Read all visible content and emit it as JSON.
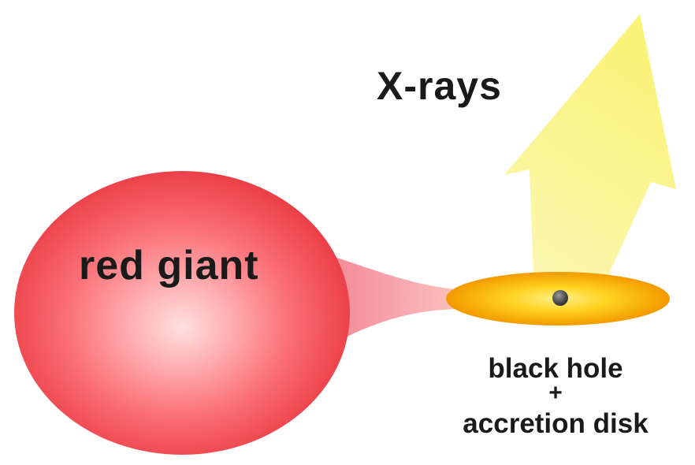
{
  "labels": {
    "xrays": "X-rays",
    "red_giant": "red giant",
    "black_hole": "black hole",
    "plus": "+",
    "accretion_disk": "accretion disk"
  },
  "colors": {
    "red_giant_highlight": "#ffd7d7",
    "red_giant_mid": "#fa7a80",
    "red_giant_edge": "#e8383f",
    "gas_stream": "#f59aa4",
    "disk_outer": "#f4a700",
    "disk_inner": "#ffe33a",
    "xray_arrow": "#fbf58a",
    "black_hole": "#555555"
  }
}
